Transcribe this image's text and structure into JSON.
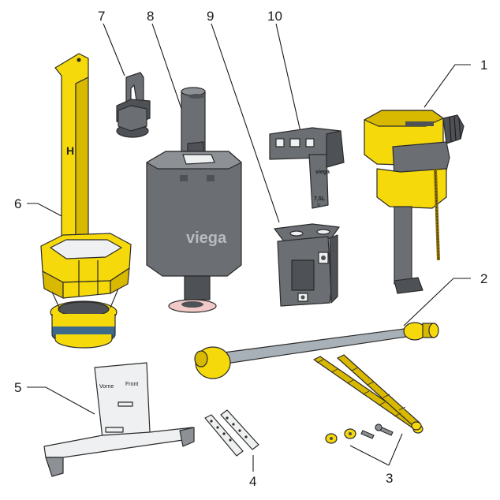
{
  "callouts": [
    {
      "id": "1",
      "label": "1"
    },
    {
      "id": "2",
      "label": "2"
    },
    {
      "id": "3",
      "label": "3"
    },
    {
      "id": "4",
      "label": "4"
    },
    {
      "id": "5",
      "label": "5"
    },
    {
      "id": "6",
      "label": "6"
    },
    {
      "id": "7",
      "label": "7"
    },
    {
      "id": "8",
      "label": "8"
    },
    {
      "id": "9",
      "label": "9"
    },
    {
      "id": "10",
      "label": "10"
    }
  ],
  "part_markings": {
    "brand_large": "viega",
    "brand_small": "viega",
    "capacity": "7,5L",
    "arrow": "V",
    "front_de": "Vorne",
    "front_en": "Front",
    "handle_symbol": "H"
  },
  "colors": {
    "yellow": "#f5d90a",
    "gray": "#6b6e72",
    "outline": "#2b2b2b"
  }
}
